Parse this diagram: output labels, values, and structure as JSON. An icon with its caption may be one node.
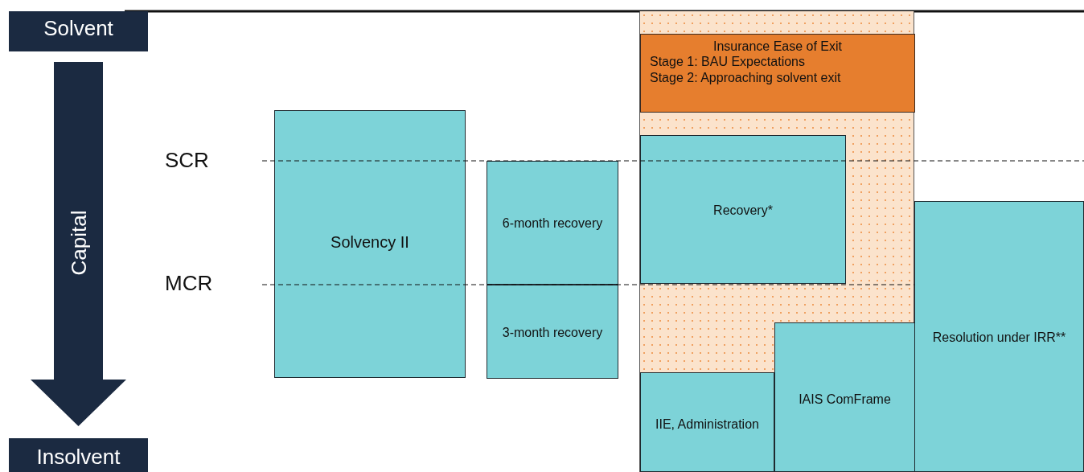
{
  "diagram": {
    "nodes": [
      {
        "text": [
          "Solvent"
        ]
      },
      {
        "text": [
          "Capital"
        ]
      },
      {
        "text": [
          "Insolvent"
        ]
      },
      {
        "text": [
          "Solvency II"
        ]
      },
      {
        "text": [
          "6-month recovery"
        ]
      },
      {
        "text": [
          "3-month recovery"
        ]
      },
      {
        "text": [],
        "shape": "box"
      },
      {
        "text": [
          "Insurance Ease of Exit",
          "Stage 1: BAU Expectations",
          "Stage 2: Approaching solvent exit"
        ],
        "in": 6
      },
      {
        "text": [
          "Recovery*"
        ],
        "in": 6
      },
      {
        "text": [
          "IIE, Administration"
        ],
        "in": 6
      },
      {
        "text": [
          "IAIS ComFrame"
        ],
        "in": 6
      },
      {
        "text": [
          "Resolution under IRR**"
        ]
      }
    ],
    "edges": [],
    "labels": [
      "SCR",
      "MCR"
    ]
  }
}
